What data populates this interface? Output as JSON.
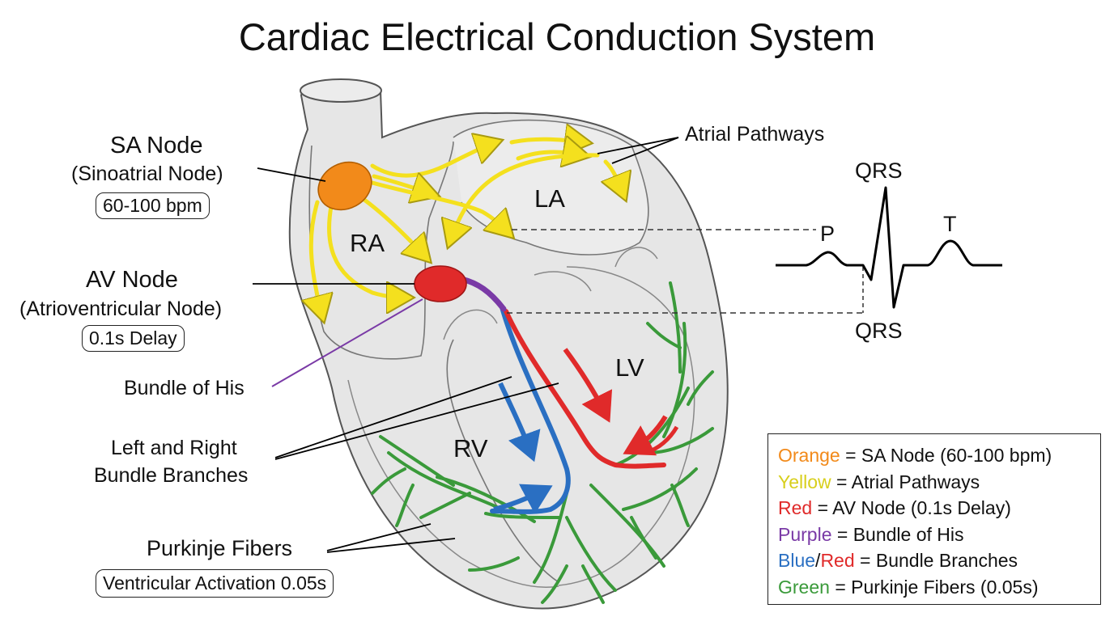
{
  "title": "Cardiac Electrical Conduction System",
  "labels": {
    "sa_node": "SA Node",
    "sa_node_full": "(Sinoatrial Node)",
    "sa_rate": "60-100 bpm",
    "av_node": "AV Node",
    "av_node_full": "(Atrioventricular Node)",
    "av_delay": "0.1s Delay",
    "bundle_of_his": "Bundle of His",
    "bundle_branches_1": "Left and Right",
    "bundle_branches_2": "Bundle Branches",
    "purkinje": "Purkinje Fibers",
    "ventricular_activation": "Ventricular Activation 0.05s",
    "atrial_pathways": "Atrial Pathways"
  },
  "chambers": {
    "ra": "RA",
    "la": "LA",
    "rv": "RV",
    "lv": "LV"
  },
  "ecg": {
    "p": "P",
    "qrs_top": "QRS",
    "t": "T",
    "qrs_bottom": "QRS"
  },
  "legend": [
    {
      "color_word": "Orange",
      "color": "#f28a1a",
      "separator": "/",
      "text": " = SA Node (60-100 bpm)"
    },
    {
      "color_word": "Yellow",
      "color": "#d8cf1c",
      "text": " = Atrial Pathways"
    },
    {
      "color_word": "Red",
      "color": "#e02a2a",
      "text": " = AV Node (0.1s Delay)"
    },
    {
      "color_word": "Purple",
      "color": "#7a3aa6",
      "text": " = Bundle of His"
    },
    {
      "color_word": "Blue",
      "color": "#2a6fc2",
      "color_word_2": "Red",
      "color_2": "#e02a2a",
      "text": " = Bundle Branches"
    },
    {
      "color_word": "Green",
      "color": "#3a9a3a",
      "text": " = Purkinje Fibers (0.05s)"
    }
  ],
  "colors": {
    "sa_node": "#f28a1a",
    "atrial_pathway": "#f4e01e",
    "av_node": "#e02a2a",
    "bundle_of_his": "#7a3aa6",
    "right_branch": "#2a6fc2",
    "left_branch": "#e02a2a",
    "purkinje": "#3a9a3a",
    "heart_fill": "#e6e6e6"
  }
}
